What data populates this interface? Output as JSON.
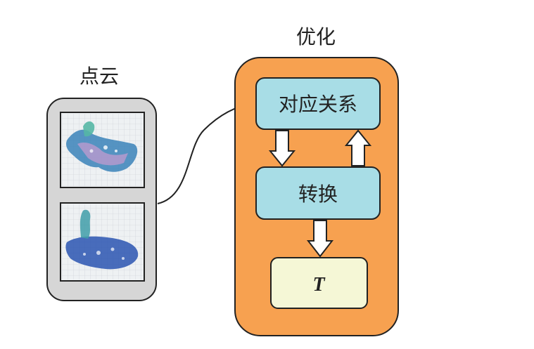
{
  "labels": {
    "point_cloud": "点云",
    "optimization": "优化",
    "correspondence": "对应关系",
    "transform": "转换",
    "result": "T"
  },
  "colors": {
    "panel_gray": "#d6d6d6",
    "panel_orange": "#f7a150",
    "node_cyan": "#a8dde6",
    "node_cream": "#f5f7d6",
    "stroke": "#222222"
  }
}
